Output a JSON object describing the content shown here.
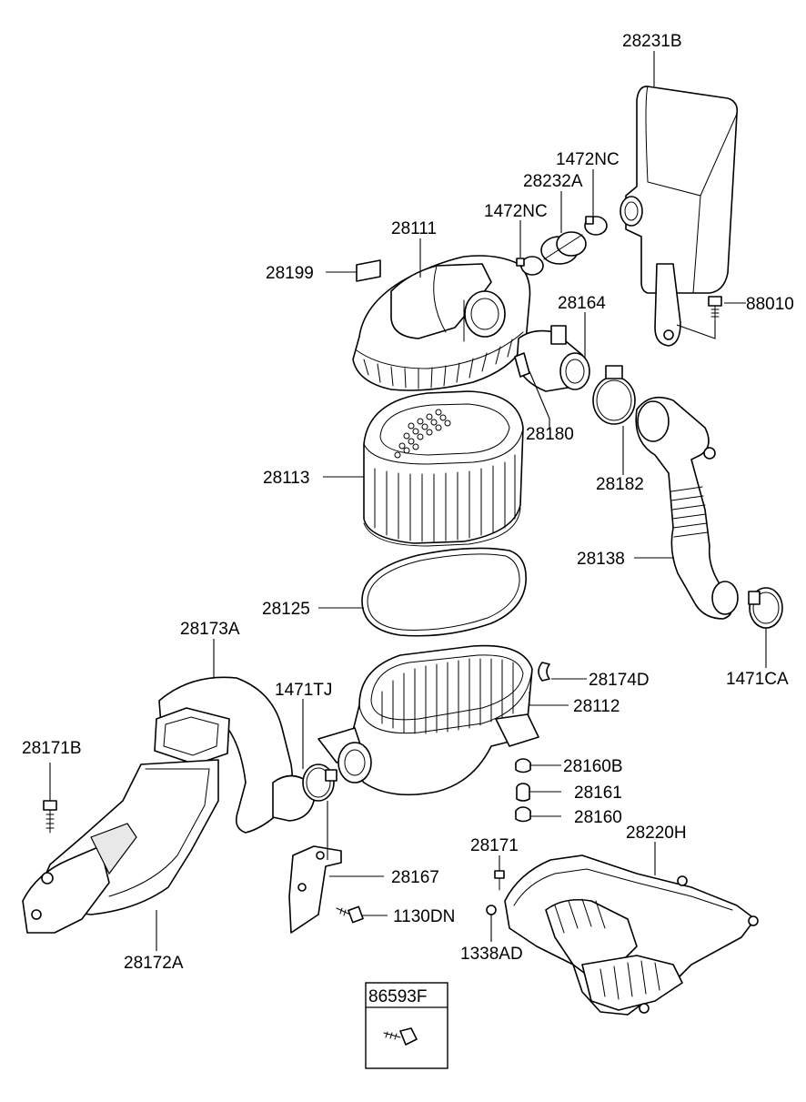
{
  "parts": {
    "p28231B": "28231B",
    "p1472NC_top": "1472NC",
    "p28232A": "28232A",
    "p1472NC": "1472NC",
    "p28111": "28111",
    "p28199": "28199",
    "p28164": "28164",
    "p88010": "88010",
    "p28180": "28180",
    "p28113": "28113",
    "p28182": "28182",
    "p28138": "28138",
    "p28125": "28125",
    "p28173A": "28173A",
    "p1471TJ": "1471TJ",
    "p28174D": "28174D",
    "p28112": "28112",
    "p1471CA": "1471CA",
    "p28171B": "28171B",
    "p28160B": "28160B",
    "p28161": "28161",
    "p28160": "28160",
    "p28220H": "28220H",
    "p28171": "28171",
    "p28167": "28167",
    "p1130DN": "1130DN",
    "p1338AD": "1338AD",
    "p28172A": "28172A",
    "p86593F": "86593F"
  }
}
